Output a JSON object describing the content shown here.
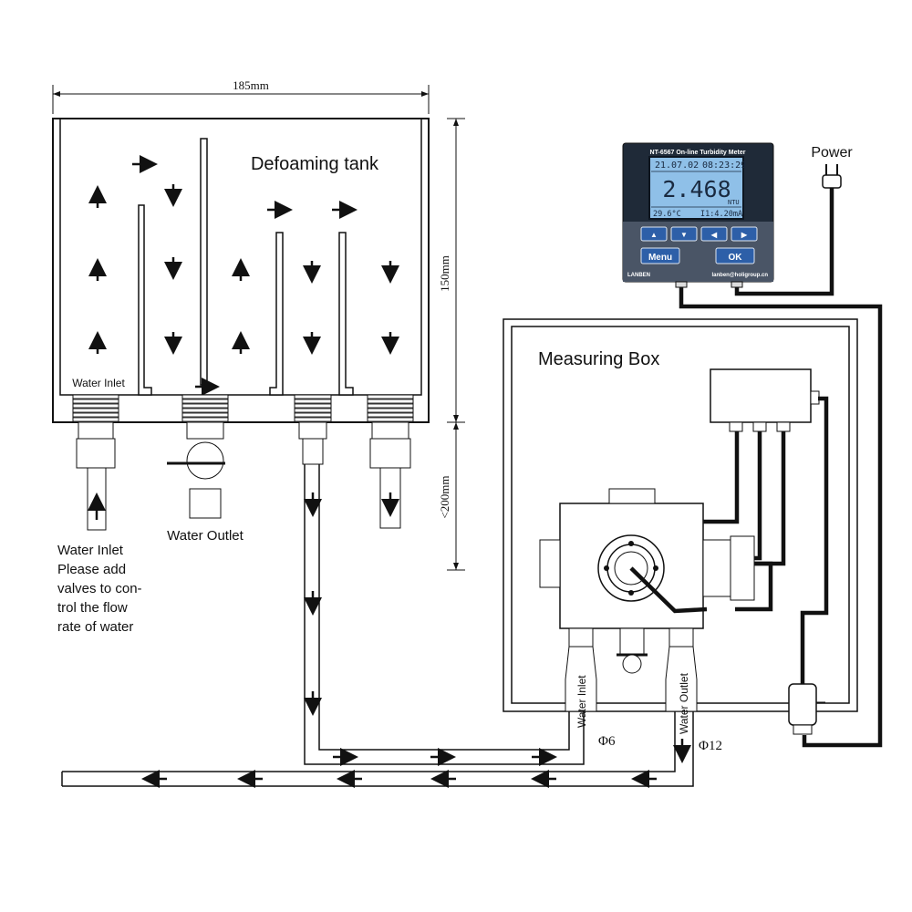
{
  "labels": {
    "tank_title": "Defoaming tank",
    "water_inlet_small": "Water Inlet",
    "water_outlet": "Water Outlet",
    "inlet_note": [
      "Water Inlet",
      "Please add",
      "valves to con-",
      "trol the flow",
      "rate of water"
    ],
    "measuring_box": "Measuring Box",
    "power": "Power",
    "pipe_inlet": "Water Inlet",
    "pipe_outlet": "Water Outlet",
    "phi6": "Φ6",
    "phi12": "Φ12"
  },
  "dimensions": {
    "width": "185mm",
    "height_top": "150mm",
    "height_bottom": "<200mm"
  },
  "meter": {
    "model_line": "NT-6567  On-line Turbidity Meter",
    "date": "21.07.02",
    "time": "08:23:29",
    "reading": "2.468",
    "unit": "NTU",
    "temperature": "29.6°C",
    "current": "I1:4.20mA",
    "brand": "LANBEN",
    "email": "lanben@holigroup.cn",
    "buttons": {
      "up": "▲",
      "down": "▼",
      "left": "◀",
      "right": "▶",
      "menu": "Menu",
      "ok": "OK"
    }
  },
  "colors": {
    "meter_body": "#1f2a38",
    "meter_lower": "#4a5566",
    "lcd_bg": "#8fc0e8",
    "button_blue": "#2d5fa8"
  }
}
